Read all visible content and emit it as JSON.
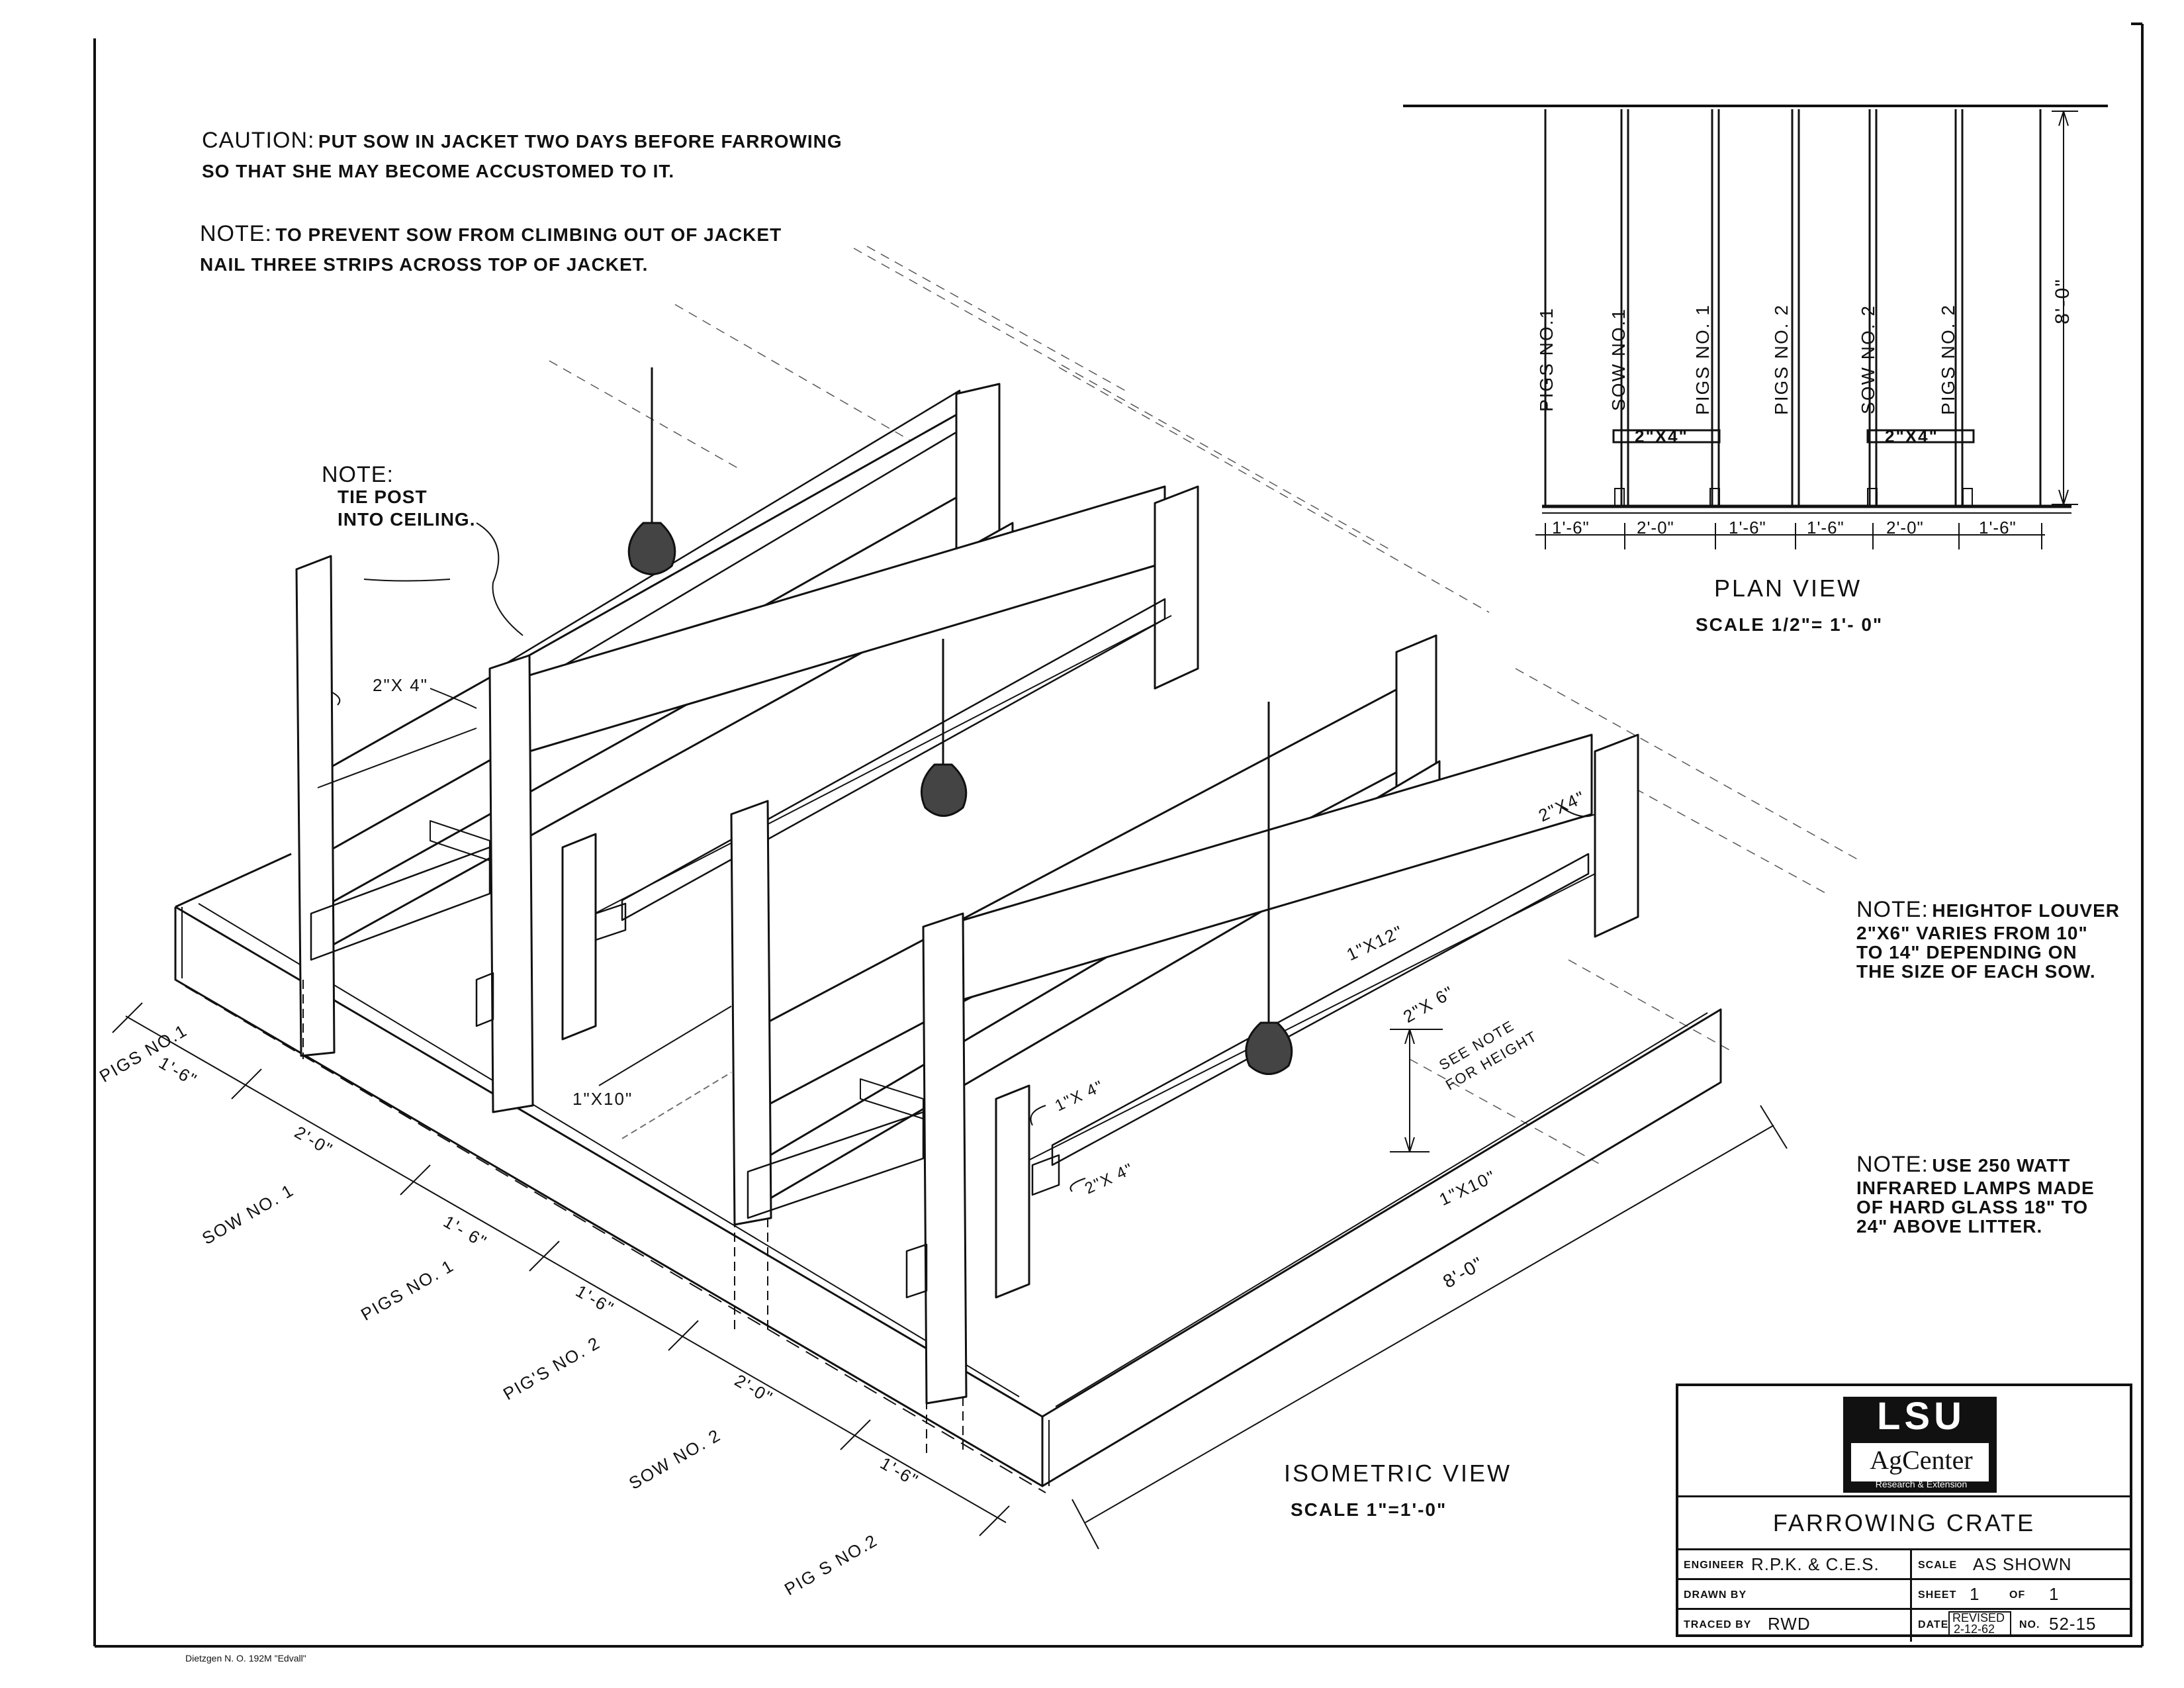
{
  "caution": {
    "lead": "CAUTION:",
    "line1": "PUT SOW IN JACKET TWO DAYS BEFORE FARROWING",
    "line2": "SO THAT SHE MAY BECOME ACCUSTOMED TO IT."
  },
  "note_top": {
    "lead": "NOTE:",
    "line1": "TO PREVENT SOW FROM CLIMBING OUT OF JACKET",
    "line2": "NAIL THREE STRIPS ACROSS TOP OF JACKET."
  },
  "note_post": {
    "lead": "NOTE:",
    "line1": "TIE POST",
    "line2": "INTO CEILING."
  },
  "note_louver": {
    "lead": "NOTE:",
    "line1": "HEIGHTOF LOUVER",
    "line2": "2\"X6\" VARIES FROM 10\"",
    "line3": "TO 14\" DEPENDING ON",
    "line4": "THE SIZE OF EACH SOW."
  },
  "note_lamps": {
    "lead": "NOTE:",
    "line1": "USE 250 WATT",
    "line2": "INFRARED LAMPS MADE",
    "line3": "OF HARD GLASS 18\" TO",
    "line4": "24\" ABOVE LITTER."
  },
  "plan_view": {
    "title": "PLAN VIEW",
    "scale": "SCALE 1/2\"= 1'- 0\"",
    "height_dim": "8'-0\"",
    "pens": [
      "PIGS NO.1",
      "SOW NO.1",
      "PIGS NO. 1",
      "PIGS NO. 2",
      "SOW NO. 2",
      "PIGS NO. 2"
    ],
    "widths": [
      "1'-6\"",
      "2'-0\"",
      "1'-6\"",
      "1'-6\"",
      "2'-0\"",
      "1'-6\""
    ],
    "brace1": "2\"X4\"",
    "brace2": "2\"X4\""
  },
  "isometric": {
    "title": "ISOMETRIC VIEW",
    "scale": "SCALE 1\"=1'-0\"",
    "pen_labels": [
      "PIGS NO.1",
      "SOW NO. 1",
      "PIGS NO. 1",
      "PIG'S NO. 2",
      "SOW NO. 2",
      "PIG S NO.2"
    ],
    "dims": [
      "1'-6\"",
      "2'-0\"",
      "1'- 6\"",
      "1'-6\"",
      "2'-0\"",
      "1'-6\""
    ],
    "length_dim": "8'-0\"",
    "lumber": {
      "post_2x4": "2\"X 4\"",
      "top_2x4": "2\"X4\"",
      "board_1x12": "1\"X12\"",
      "louver_2x6": "2\"X 6\"",
      "floor_1x10a": "1\"X10\"",
      "floor_1x10b": "1\"X10\"",
      "strip_1x4": "1\"X 4\"",
      "block_2x4": "2\"X 4\""
    },
    "see_note_1": "SEE NOTE",
    "see_note_2": "FOR HEIGHT"
  },
  "title_block": {
    "logo_top": "LSU",
    "logo_mid": "AgCenter",
    "logo_sub": "Research & Extension",
    "title": "FARROWING CRATE",
    "engineer_label": "ENGINEER",
    "engineer": "R.P.K. & C.E.S.",
    "scale_label": "SCALE",
    "scale": "AS SHOWN",
    "drawn_label": "DRAWN BY",
    "drawn": "",
    "sheet_label": "SHEET",
    "sheet": "1",
    "of_label": "OF",
    "of": "1",
    "traced_label": "TRACED BY",
    "traced": "RWD",
    "date_label": "DATE",
    "revised": "REVISED",
    "date": "2-12-62",
    "no_label": "NO.",
    "no": "52-15"
  },
  "paper_mark": "Dietzgen N. O. 192M \"Edvall\""
}
